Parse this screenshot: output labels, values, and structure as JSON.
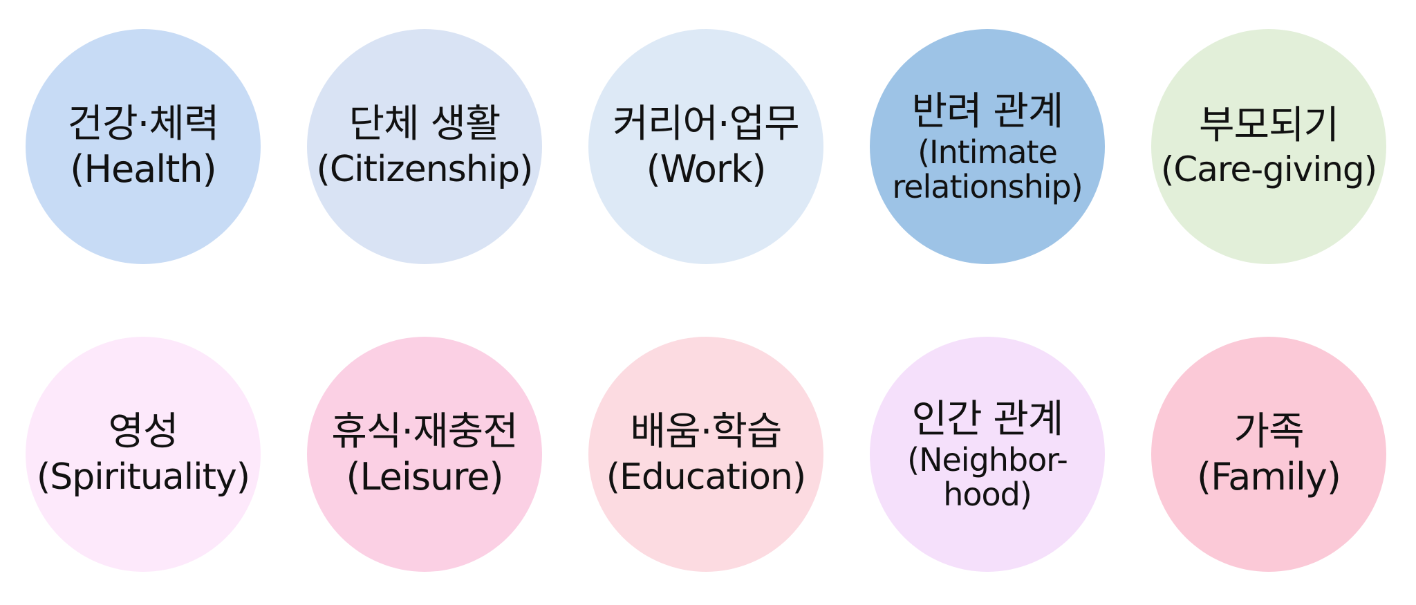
{
  "circles": [
    {
      "korean": "건강·체력",
      "english": "(Health)",
      "color": "#c7dbf5"
    },
    {
      "korean": "단체 생활",
      "english": "(Citizenship)",
      "color": "#d9e3f4"
    },
    {
      "korean": "커리어·업무",
      "english": "(Work)",
      "color": "#dde9f6"
    },
    {
      "korean": "반려 관계",
      "english_line1": "(Intimate",
      "english_line2": "relationship)",
      "color": "#9dc3e6"
    },
    {
      "korean": "부모되기",
      "english": "(Care-giving)",
      "color": "#e2efd9"
    },
    {
      "korean": "영성",
      "english": "(Spirituality)",
      "color": "#fde9fb"
    },
    {
      "korean": "휴식·재충전",
      "english": "(Leisure)",
      "color": "#fbd0e4"
    },
    {
      "korean": "배움·학습",
      "english": "(Education)",
      "color": "#fcdbe1"
    },
    {
      "korean": "인간 관계",
      "english_line1": "(Neighbor-",
      "english_line2": "hood)",
      "color": "#f5e0fb"
    },
    {
      "korean": "가족",
      "english": "(Family)",
      "color": "#fbc9d7"
    }
  ]
}
